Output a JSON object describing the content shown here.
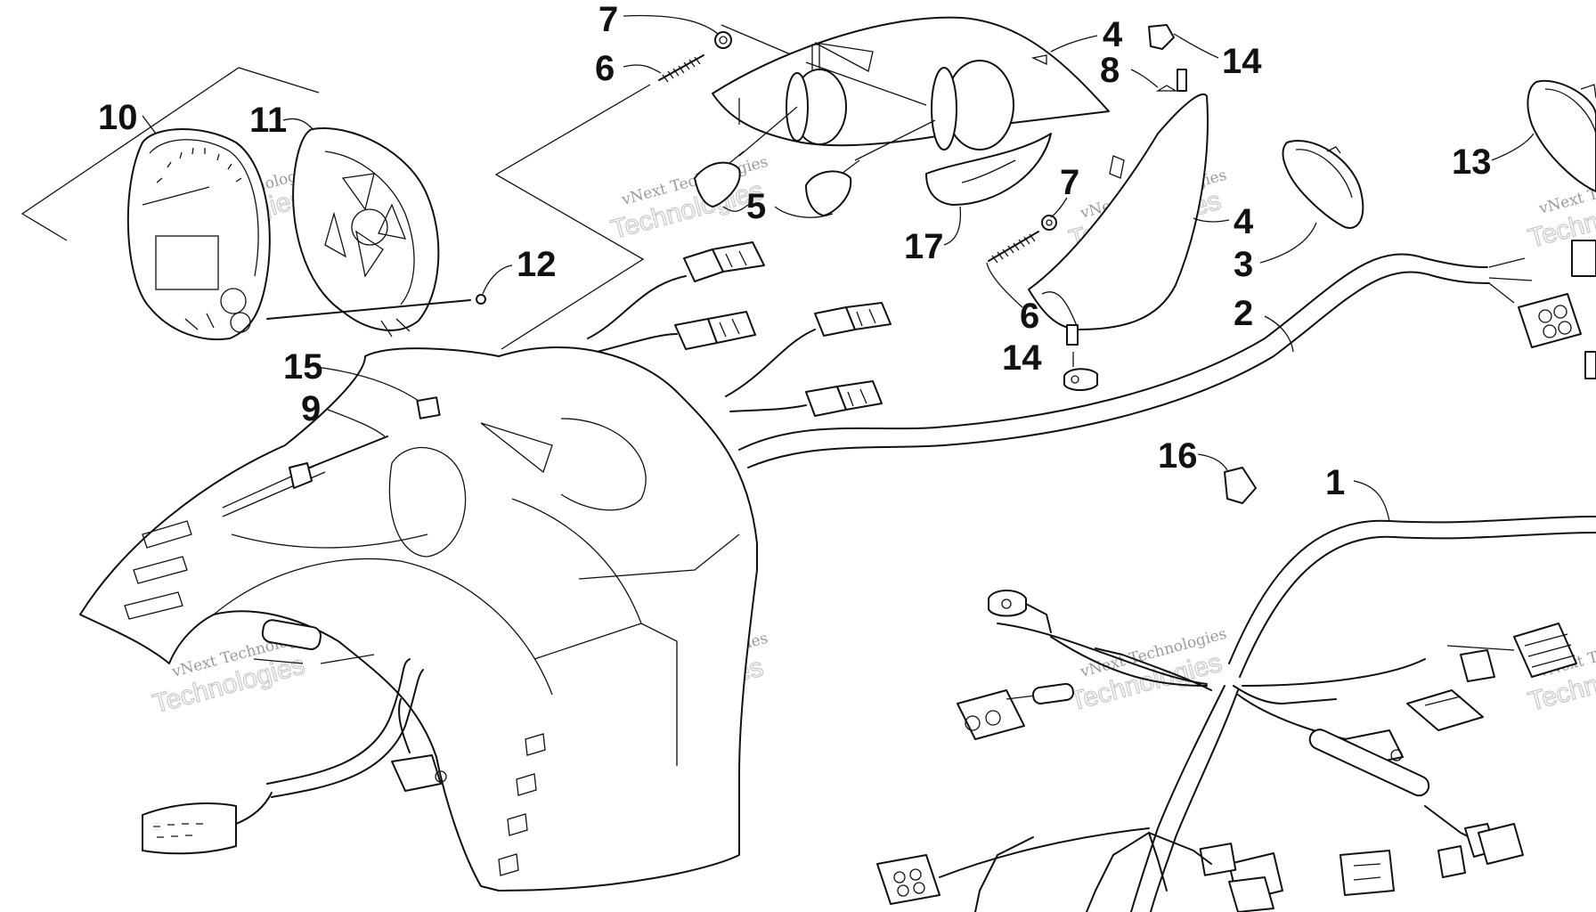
{
  "diagram": {
    "callouts": {
      "c1": "1",
      "c2": "2",
      "c3": "3",
      "c4a": "4",
      "c4b": "4",
      "c5": "5",
      "c6a": "6",
      "c6b": "6",
      "c7a": "7",
      "c7b": "7",
      "c8": "8",
      "c9": "9",
      "c10": "10",
      "c11": "11",
      "c12": "12",
      "c13": "13",
      "c14a": "14",
      "c14b": "14",
      "c15": "15",
      "c16": "16",
      "c17": "17"
    },
    "watermark": {
      "line1": "vNext Technologies",
      "line2": "Technologies"
    }
  }
}
